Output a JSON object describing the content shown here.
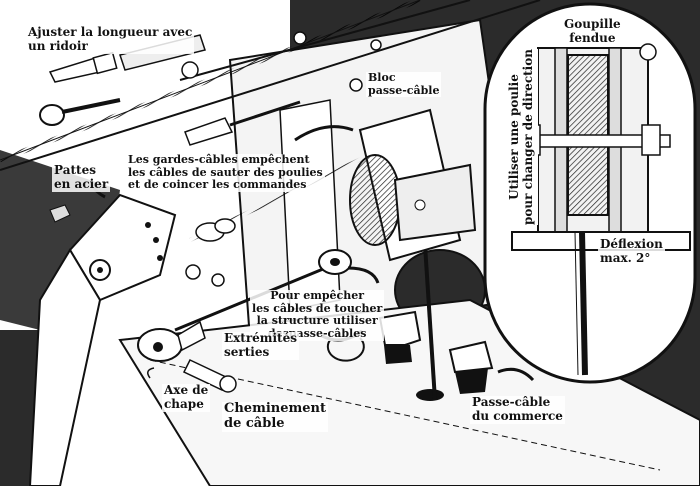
{
  "figure": {
    "labels": {
      "adjust_length": "Ajuster la longueur avec\nun ridoir",
      "cable_block": "Bloc\npasse-câble",
      "cable_guards": "Les gardes-câbles empêchent\nles câbles de sauter des poulies\net de coincer les commandes",
      "steel_tabs": "Pattes\nen acier",
      "prevent_contact": "Pour empêcher\nles câbles de toucher\nla structure utiliser\ndespasse-câbles",
      "crimped_ends": "Extrémités\nserties",
      "clevis_pin": "Axe de\nchape",
      "cable_routing": "Cheminement\nde câble",
      "commercial_grommet": "Passe-câble\ndu commerce",
      "cotter_pin": "Goupille\nfendue",
      "pulley_direction": "Utiliser une poulie\npour changer de direction",
      "max_deflection": "Déflexion\nmax. 2°"
    },
    "colors": {
      "ink": "#111111",
      "shade": "#2b2b2b",
      "paper": "#ffffff"
    }
  }
}
